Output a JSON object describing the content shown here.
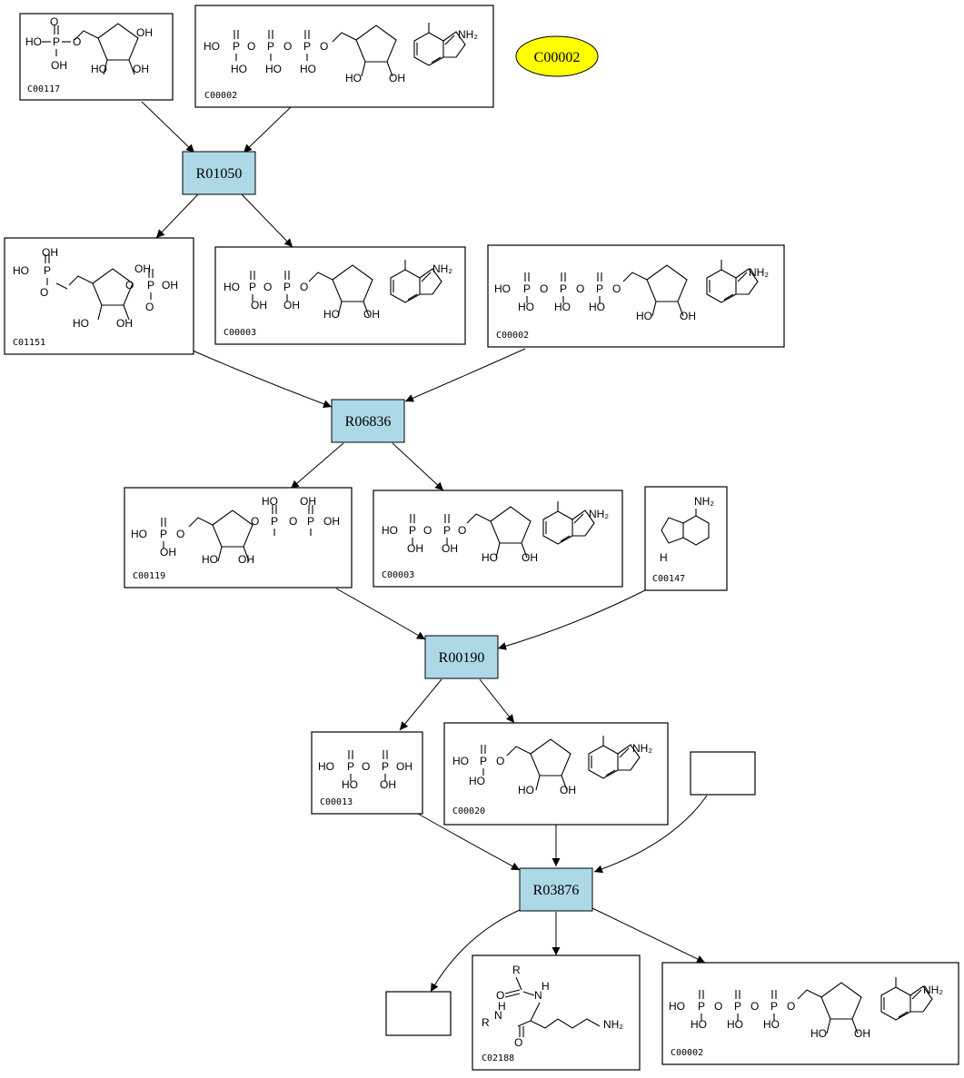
{
  "highlight": {
    "label": "C00002",
    "color": "#ffff00"
  },
  "reactions": [
    {
      "id": "r1",
      "label": "R01050",
      "color": "#add8e6"
    },
    {
      "id": "r2",
      "label": "R06836",
      "color": "#add8e6"
    },
    {
      "id": "r3",
      "label": "R00190",
      "color": "#add8e6"
    },
    {
      "id": "r4",
      "label": "R03876",
      "color": "#add8e6"
    }
  ],
  "compounds": [
    {
      "id": "c1",
      "label": "C00117",
      "structure": "ribose-5-phosphate"
    },
    {
      "id": "c2",
      "label": "C00002",
      "structure": "ATP"
    },
    {
      "id": "c3",
      "label": "C01151",
      "structure": "ribose-1,5-bisphosphate"
    },
    {
      "id": "c4",
      "label": "C00003",
      "structure": "adenylate-diphosphate"
    },
    {
      "id": "c5",
      "label": "C00002",
      "structure": "ATP"
    },
    {
      "id": "c6",
      "label": "C00119",
      "structure": "PRPP"
    },
    {
      "id": "c7",
      "label": "C00003",
      "structure": "adenylate-diphosphate"
    },
    {
      "id": "c8",
      "label": "C00147",
      "structure": "adenine"
    },
    {
      "id": "c9",
      "label": "C00013",
      "structure": "diphosphate"
    },
    {
      "id": "c10",
      "label": "C00020",
      "structure": "AMP"
    },
    {
      "id": "c11",
      "label": "",
      "structure": "empty"
    },
    {
      "id": "c12",
      "label": "",
      "structure": "empty"
    },
    {
      "id": "c13",
      "label": "C02188",
      "structure": "lysyl-residue"
    },
    {
      "id": "c14",
      "label": "C00002",
      "structure": "ATP"
    }
  ]
}
